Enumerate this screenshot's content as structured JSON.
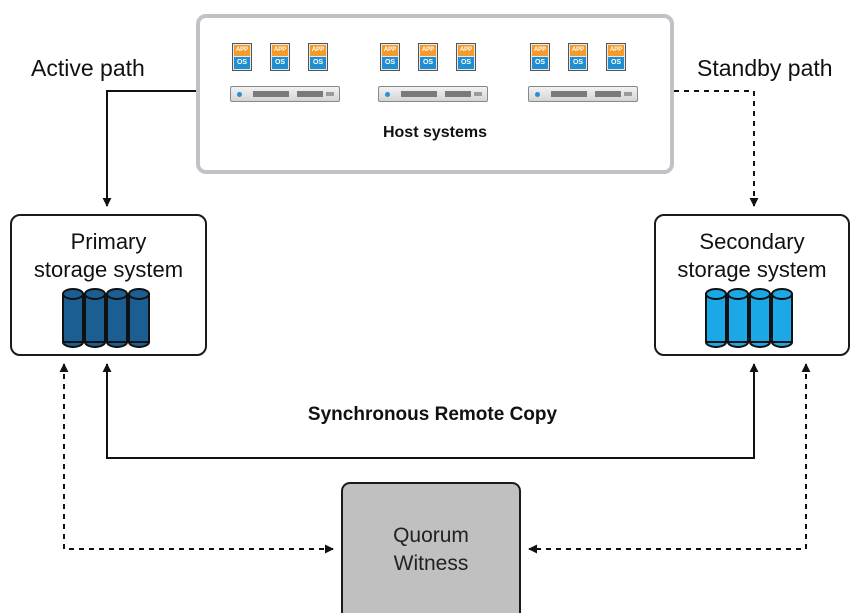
{
  "labels": {
    "active_path": "Active path",
    "standby_path": "Standby path",
    "host_systems": "Host systems",
    "sync_copy": "Synchronous Remote Copy"
  },
  "host": {
    "app_label": "APP",
    "os_label": "OS",
    "groups": 3,
    "vms_per_group": 3
  },
  "primary": {
    "line1": "Primary",
    "line2": "storage system",
    "disk_color": "#1b5f92"
  },
  "secondary": {
    "line1": "Secondary",
    "line2": "storage system",
    "disk_color": "#1aa8e6"
  },
  "quorum": {
    "line1": "Quorum",
    "line2": "Witness"
  },
  "colors": {
    "app_orange": "#f39c2b",
    "os_blue": "#1f8fd2",
    "host_border": "#bfc3c7",
    "quorum_fill": "#c0c0c0"
  }
}
